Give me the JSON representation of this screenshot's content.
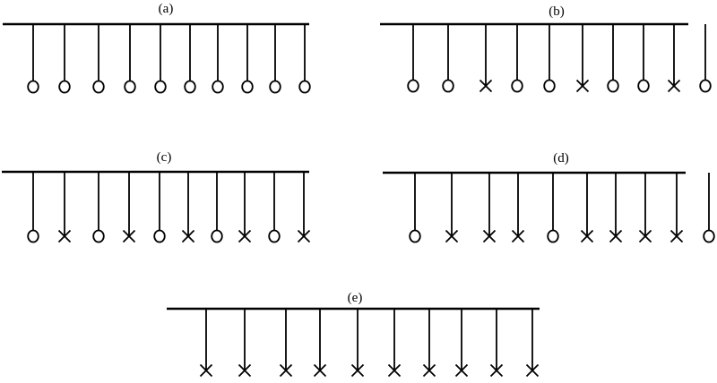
{
  "figure": {
    "stroke_color": "#000000",
    "background": "#ffffff",
    "panels": [
      {
        "id": "a",
        "label": "(a)",
        "markers": [
          "o",
          "o",
          "o",
          "o",
          "o",
          "o",
          "o",
          "o",
          "o",
          "o"
        ]
      },
      {
        "id": "b",
        "label": "(b)",
        "markers": [
          "o",
          "o",
          "x",
          "o",
          "o",
          "x",
          "o",
          "o",
          "x",
          "o"
        ]
      },
      {
        "id": "c",
        "label": "(c)",
        "markers": [
          "o",
          "x",
          "o",
          "x",
          "o",
          "x",
          "o",
          "x",
          "o",
          "x"
        ]
      },
      {
        "id": "d",
        "label": "(d)",
        "markers": [
          "o",
          "x",
          "x",
          "x",
          "o",
          "x",
          "x",
          "x",
          "x",
          "o"
        ]
      },
      {
        "id": "e",
        "label": "(e)",
        "markers": [
          "x",
          "x",
          "x",
          "x",
          "x",
          "x",
          "x",
          "x",
          "x",
          "x"
        ]
      }
    ],
    "marker_legend": {
      "o": "circle",
      "x": "cross"
    }
  }
}
